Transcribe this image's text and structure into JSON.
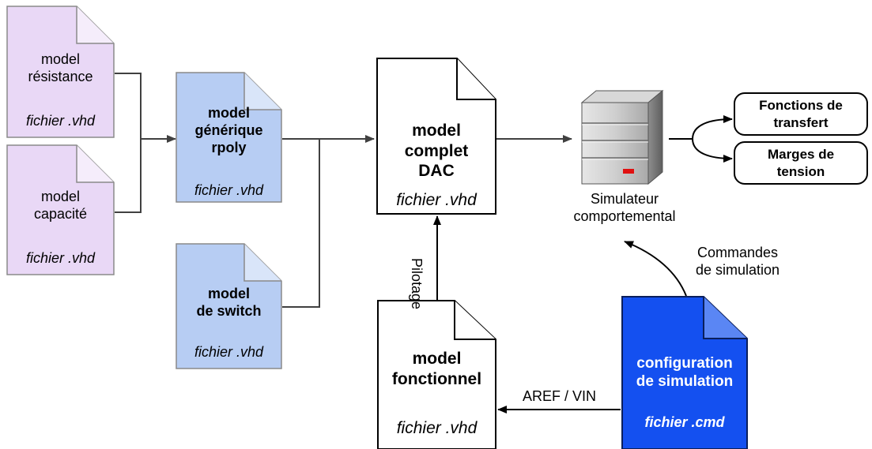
{
  "colors": {
    "purple_doc": "#e9d8f6",
    "blue_doc": "#b7cdf3",
    "config_doc": "#1450f0",
    "line": "#404040"
  },
  "docs": {
    "resistance": {
      "title": "model\nrésistance",
      "file": "fichier .vhd"
    },
    "capacite": {
      "title": "model\ncapacité",
      "file": "fichier .vhd"
    },
    "rpoly": {
      "title": "model\ngénérique\nrpoly",
      "file": "fichier .vhd"
    },
    "switch": {
      "title": "model\nde switch",
      "file": "fichier .vhd"
    },
    "complet": {
      "title": "model\ncomplet\nDAC",
      "file": "fichier .vhd"
    },
    "fonctionnel": {
      "title": "model\nfonctionnel",
      "file": "fichier .vhd"
    },
    "config": {
      "title": "configuration\nde simulation",
      "file": "fichier .cmd"
    }
  },
  "labels": {
    "pilotage": "Pilotage",
    "aref_vin": "AREF / VIN",
    "commandes": "Commandes\nde simulation",
    "simulateur": "Simulateur\ncomportemental"
  },
  "results": {
    "fonctions": "Fonctions de\ntransfert",
    "marges": "Marges de\ntension"
  },
  "icons": {
    "simulator": "server-tower-icon"
  }
}
